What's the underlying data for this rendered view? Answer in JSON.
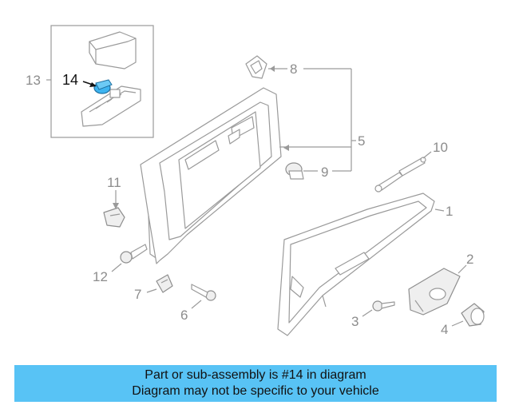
{
  "callouts": {
    "c1": "1",
    "c2": "2",
    "c3": "3",
    "c4": "4",
    "c5": "5",
    "c6": "6",
    "c7": "7",
    "c8": "8",
    "c9": "9",
    "c10": "10",
    "c11": "11",
    "c12": "12",
    "c13": "13",
    "c14": "14"
  },
  "highlight_part": "14",
  "colors": {
    "highlight": "#3db4f0",
    "banner": "#58c3f5",
    "line": "#9a9a9a",
    "label": "#8c8c8c"
  },
  "banner": {
    "line1": "Part or sub-assembly is #14 in diagram",
    "line2": "Diagram may not be specific to your vehicle"
  }
}
